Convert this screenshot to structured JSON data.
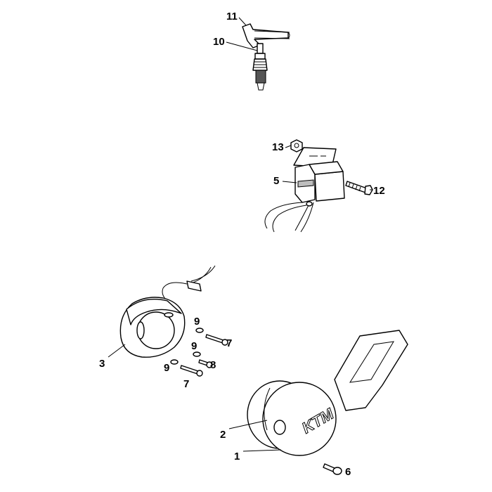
{
  "diagram": {
    "title": "Ignition system exploded parts diagram",
    "brand_logo_text": "KTM",
    "callouts": [
      {
        "id": "c11",
        "label": "11"
      },
      {
        "id": "c10",
        "label": "10"
      },
      {
        "id": "c13",
        "label": "13"
      },
      {
        "id": "c5",
        "label": "5"
      },
      {
        "id": "c12",
        "label": "12"
      },
      {
        "id": "c9a",
        "label": "9"
      },
      {
        "id": "c7a",
        "label": "7"
      },
      {
        "id": "c9b",
        "label": "9"
      },
      {
        "id": "c8",
        "label": "8"
      },
      {
        "id": "c9c",
        "label": "9"
      },
      {
        "id": "c7b",
        "label": "7"
      },
      {
        "id": "c3",
        "label": "3"
      },
      {
        "id": "c2",
        "label": "2"
      },
      {
        "id": "c1",
        "label": "1"
      },
      {
        "id": "c6",
        "label": "6"
      }
    ]
  }
}
